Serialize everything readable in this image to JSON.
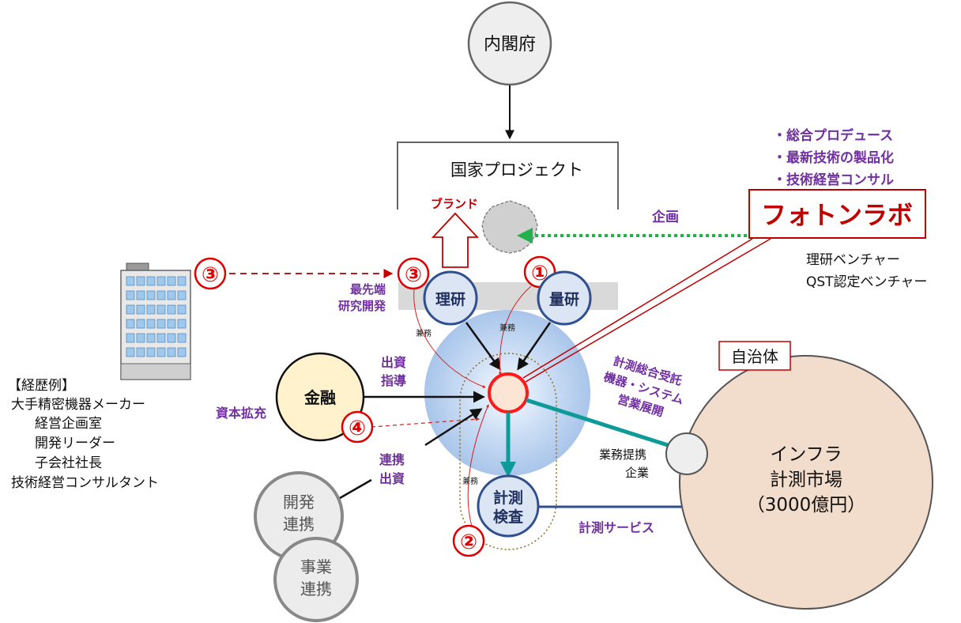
{
  "nodes": {
    "cabinet_office": "内閣府",
    "national_project": "国家プロジェクト",
    "brand": "ブランド",
    "riken": "理研",
    "ryoken": "量研",
    "finance": "金融",
    "measurement_inspection": [
      "計測",
      "検査"
    ],
    "dev_partnership": [
      "開発",
      "連携"
    ],
    "biz_partnership": [
      "事業",
      "連携"
    ],
    "municipality": "自治体",
    "infra_market": [
      "インフラ",
      "計測市場",
      "（3000億円）"
    ],
    "photonlab": "フォトンラボ"
  },
  "photonlab_services": [
    "・総合プロデュース",
    "・最新技術の製品化",
    "・技術経営コンサル"
  ],
  "photonlab_status": [
    "理研ベンチャー",
    "QST認定ベンチャー"
  ],
  "labels": {
    "planning": "企画",
    "cutting_edge": [
      "最先端",
      "研究開発"
    ],
    "investment_guidance": [
      "出資",
      "指導"
    ],
    "capital_expansion": "資本拡充",
    "collab_investment": [
      "連携",
      "出資"
    ],
    "measurement_order": [
      "計測総合受託",
      "機器・システム",
      "営業展開"
    ],
    "biz_alliance": [
      "業務提携",
      "企業"
    ],
    "measurement_service": "計測サービス",
    "concurrent": "兼務"
  },
  "markers": {
    "one": "①",
    "two": "②",
    "three": "③",
    "four": "④"
  },
  "career": {
    "title": "【経歴例】",
    "lines": [
      "大手精密機器メーカー",
      "経営企画室",
      "開発リーダー",
      "子会社社長",
      "技術経営コンサルタント"
    ]
  },
  "colors": {
    "purple": "#7030a0",
    "dark_red": "#c00000",
    "marker_red": "#e00000",
    "navy": "#2f4f8f",
    "teal": "#0f9a9a",
    "green_dotted": "#22b14c",
    "market_fill": "#f2dccb",
    "finance_fill": "#fff2cc"
  }
}
